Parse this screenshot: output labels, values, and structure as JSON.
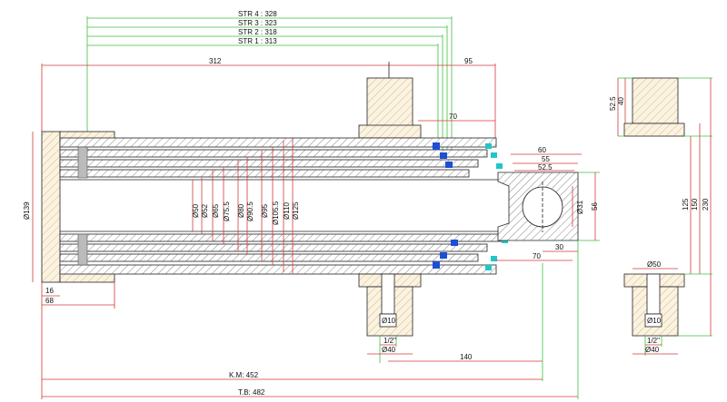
{
  "stroke_labels": [
    "STR 4 : 328",
    "STR 3 : 323",
    "STR 2 : 318",
    "STR 1 : 313"
  ],
  "top_dims": {
    "a": "312",
    "b": "95",
    "c": "70"
  },
  "rod_dims": {
    "d60": "60",
    "d55": "55",
    "d52": "52.5"
  },
  "bore_label": "Ø139",
  "inner_diams": [
    "Ø50",
    "Ø52",
    "Ø65",
    "Ø75.5",
    "Ø80",
    "Ø90.5",
    "Ø95",
    "Ø105.5",
    "Ø110",
    "Ø125"
  ],
  "eye_dims": {
    "pin": "Ø31",
    "height": "56",
    "d30": "30",
    "d70": "70"
  },
  "left_dims": {
    "d16": "16",
    "d68": "68"
  },
  "port_left": {
    "hole": "Ø10",
    "thread": "1/2\"",
    "outer": "Ø40",
    "d140": "140"
  },
  "bottom_dims": {
    "km": "K.M: 452",
    "tb": "T.B: 482"
  },
  "side_view": {
    "d52": "52.5",
    "d40": "40",
    "d125": "125",
    "d150": "150",
    "d230": "230",
    "d50": "Ø50",
    "hole": "Ø10",
    "thread": "1/2\"",
    "outer": "Ø40"
  },
  "colors": {
    "dim_red": "#d43a3a",
    "dim_green": "#3fbf3f",
    "seal_blue": "#1c4fd6",
    "seal_cyan": "#1fc8c8"
  }
}
